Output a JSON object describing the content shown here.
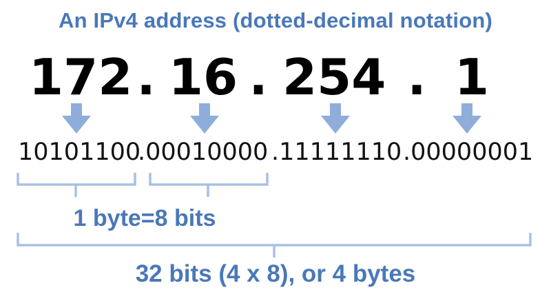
{
  "title": "An IPv4 address (dotted-decimal notation)",
  "octets": [
    "172",
    "16",
    "254",
    "1"
  ],
  "separator": ".",
  "binary": [
    "10101100",
    ".00010000",
    ".11111110",
    ".00000001"
  ],
  "byte_label": "1 byte=8 bits",
  "total_label": "32 bits (4 x 8), or 4 bytes",
  "colors": {
    "accent": "#4a78b8",
    "arrow": "#8eaddb",
    "bracket": "#a9c0e4",
    "text": "#000000"
  }
}
